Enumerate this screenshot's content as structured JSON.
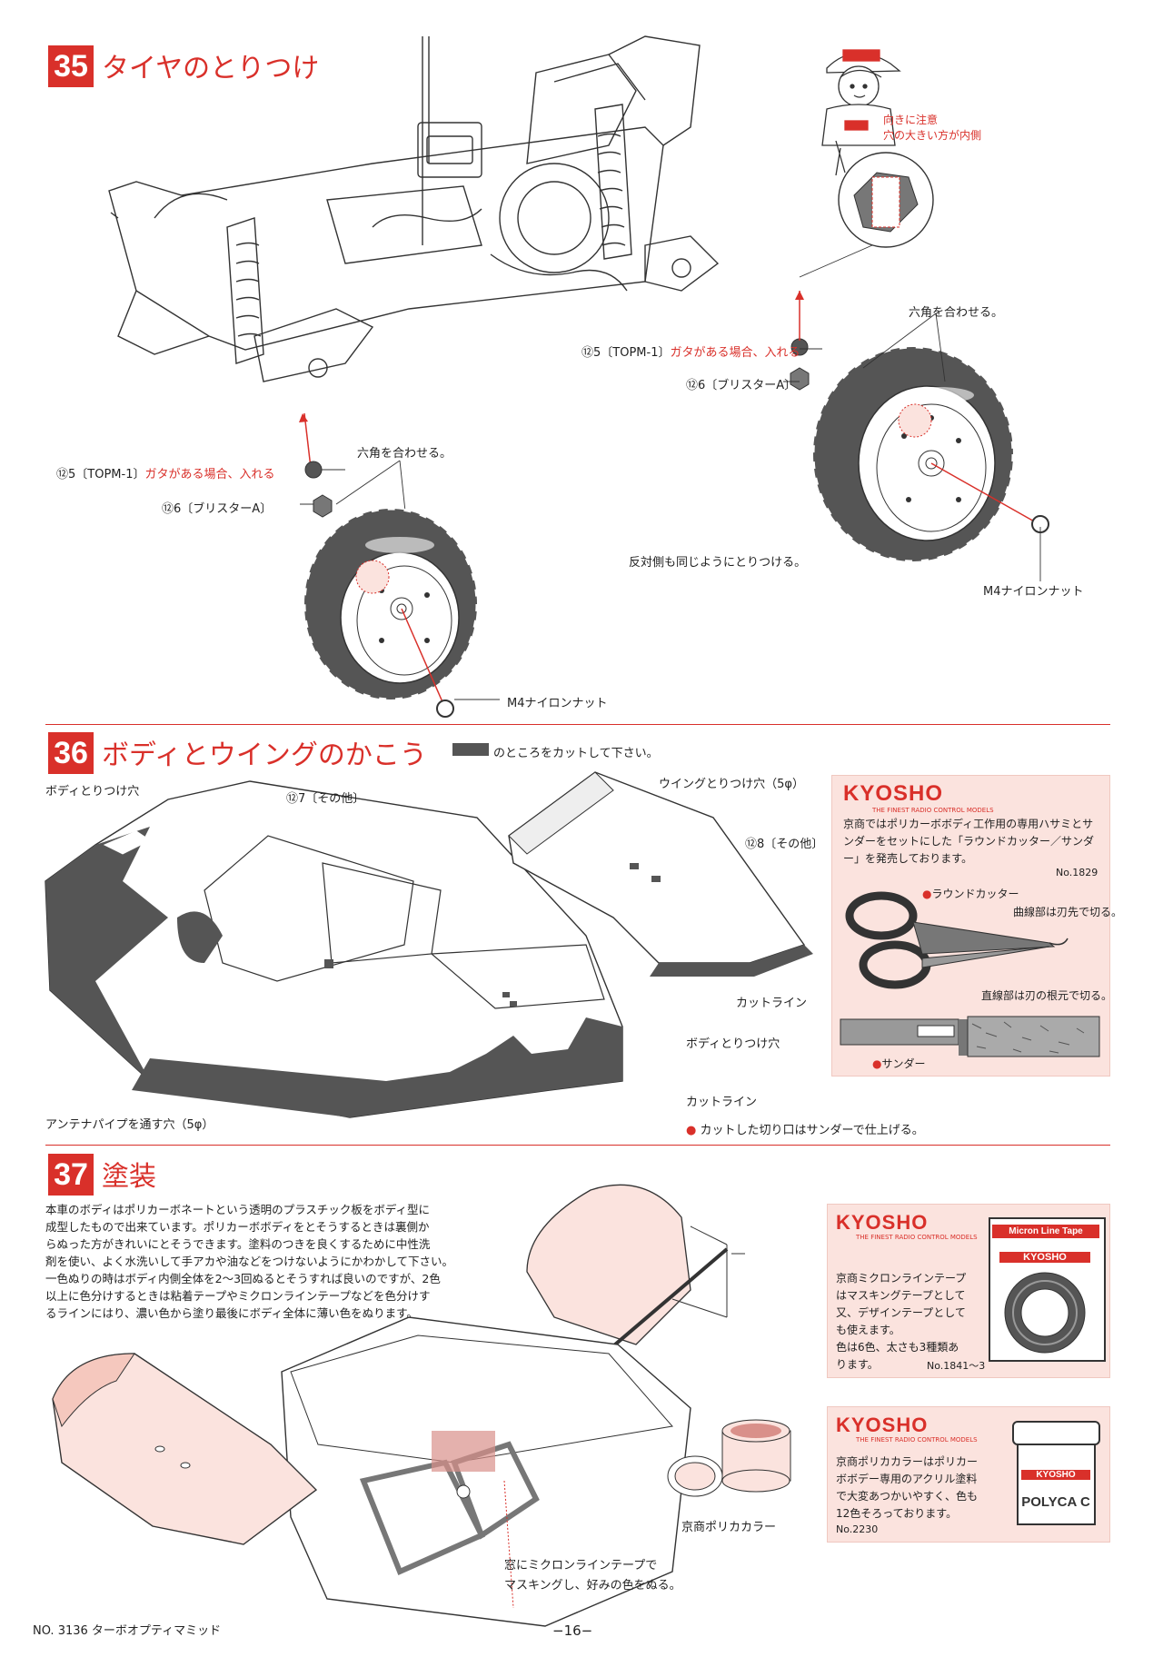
{
  "step35": {
    "number": "35",
    "title": "タイヤのとりつけ",
    "mascot_note_1": "向きに注意",
    "mascot_note_2": "穴の大きい方が内側",
    "hex_align_right": "六角を合わせる。",
    "hex_align_left": "六角を合わせる。",
    "part125_right_prefix": "⑫5〔TOPM-1〕",
    "part125_right_note": "ガタがある場合、入れる",
    "part126_right": "⑫6〔ブリスターA〕",
    "part125_left_prefix": "⑫5〔TOPM-1〕",
    "part125_left_note": "ガタがある場合、入れる",
    "part126_left": "⑫6〔ブリスターA〕",
    "other_side": "反対側も同じようにとりつける。",
    "nut_right": "M4ナイロンナット",
    "nut_left": "M4ナイロンナット"
  },
  "step36": {
    "number": "36",
    "title": "ボディとウイングのかこう",
    "cut_legend": "のところをカットして下さい。",
    "body_mount_hole_top": "ボディとりつけ穴",
    "part127": "⑫7〔その他〕",
    "wing_mount_hole": "ウイングとりつけ穴（5φ）",
    "part128": "⑫8〔その他〕",
    "cut_line_wing": "カットライン",
    "body_mount_hole_right": "ボディとりつけ穴",
    "cut_line_body": "カットライン",
    "antenna_hole": "アンテナパイプを通す穴（5φ）",
    "finish_note": "カットした切り口はサンダーで仕上げる。",
    "kyosho_box": {
      "brand": "KYOSHO",
      "tagline": "THE FINEST RADIO CONTROL MODELS",
      "text": "京商ではポリカーボボディ工作用の専用ハサミとサンダーをセットにした「ラウンドカッター／サンダー」を発売しております。",
      "number": "No.1829",
      "item_cutter": "ラウンドカッター",
      "curve_note": "曲線部は刃先で切る。",
      "straight_note": "直線部は刃の根元で切る。",
      "item_sander": "サンダー"
    }
  },
  "step37": {
    "number": "37",
    "title": "塗装",
    "paragraph": [
      "本車のボディはポリカーボネートという透明のプラスチック板をボディ型に",
      "成型したもので出来ています。ポリカーボボディをとそうするときは裏側か",
      "らぬった方がきれいにとそうできます。塗料のつきを良くするために中性洗",
      "剤を使い、よく水洗いして手アカや油などをつけないようにかわかして下さい。",
      "一色ぬりの時はボディ内側全体を2〜3回ぬるとそうすれば良いのですが、2色",
      "以上に色分けするときは粘着テープやミクロンラインテープなどを色分けす",
      "るラインにはり、濃い色から塗り最後にボディ全体に薄い色をぬります。"
    ],
    "polyca_label": "京商ポリカカラー",
    "window_note_1": "窓にミクロンラインテープで",
    "window_note_2": "マスキングし、好みの色をぬる。",
    "tape_box": {
      "brand": "KYOSHO",
      "tagline": "THE FINEST RADIO CONTROL MODELS",
      "product": "Micron Line Tape",
      "product_brand": "KYOSHO",
      "lines": [
        "京商ミクロンラインテープ",
        "はマスキングテープとして",
        "又、デザインテープとして",
        "も使えます。",
        "色は6色、太さも3種類あ",
        "ります。"
      ],
      "number": "No.1841〜3"
    },
    "polyca_box": {
      "brand": "KYOSHO",
      "tagline": "THE FINEST RADIO CONTROL MODELS",
      "jar_label": "POLYCA C",
      "jar_brand": "KYOSHO",
      "lines": [
        "京商ポリカカラーはポリカー",
        "ボボデー専用のアクリル塗料",
        "で大変あつかいやすく、色も",
        "12色そろっております。"
      ],
      "number": "No.2230"
    }
  },
  "footer": {
    "model": "NO. 3136  ターボオプティマミッド",
    "page": "−16−"
  },
  "colors": {
    "accent": "#d9302a",
    "callout_bg": "#fbe3de",
    "ink": "#222222",
    "tire": "#555555"
  }
}
